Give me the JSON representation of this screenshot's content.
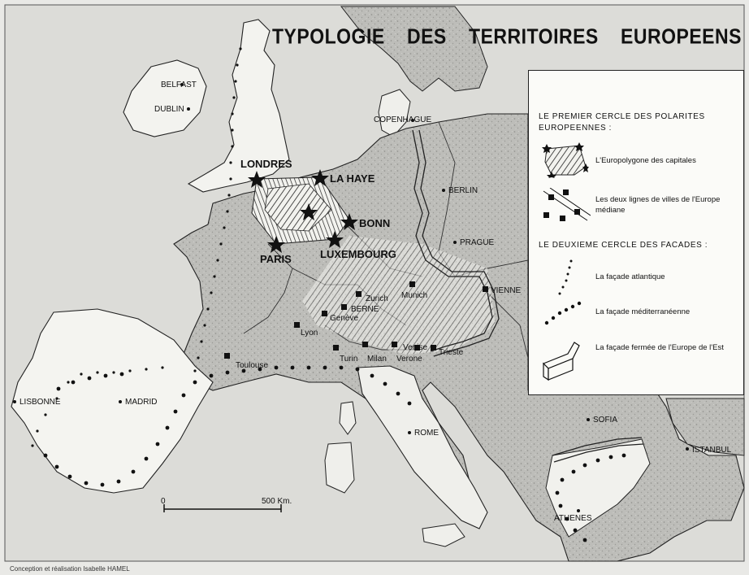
{
  "title_words": [
    "TYPOLOGIE",
    "DES",
    "TERRITOIRES",
    "EUROPEENS"
  ],
  "legend": {
    "heading1": "LE PREMIER CERCLE DES POLARITES EUROPEENNES :",
    "item_europolygone": "L'Europolygone des capitales",
    "item_lignes": "Les deux lignes de villes de l'Europe médiane",
    "heading2": "LE DEUXIEME CERCLE DES FACADES :",
    "item_atlantique": "La façade atlantique",
    "item_mediterraneenne": "La façade méditerranéenne",
    "item_fermee": "La façade fermée de l'Europe de l'Est"
  },
  "capitals": {
    "londres": "LONDRES",
    "la_haye": "LA HAYE",
    "bonn": "BONN",
    "paris": "PARIS",
    "luxembourg": "LUXEMBOURG"
  },
  "cities": {
    "belfast": "BELFAST",
    "dublin": "DUBLIN",
    "copenhague": "COPENHAGUE",
    "berlin": "BERLIN",
    "prague": "PRAGUE",
    "vienne": "VIENNE",
    "munich": "Munich",
    "zurich": "Zurich",
    "berne": "BERNE",
    "geneve": "Genève",
    "lyon": "Lyon",
    "toulouse": "Toulouse",
    "turin": "Turin",
    "milan": "Milan",
    "verone": "Verone",
    "venise": "Venise",
    "trieste": "Trieste",
    "lisbonne": "LISBONNE",
    "madrid": "MADRID",
    "rome": "ROME",
    "sofia": "SOFIA",
    "istanbul": "ISTANBUL",
    "athenes": "ATHENES"
  },
  "scale": {
    "zero": "0",
    "distance": "500 Km."
  },
  "credit": "Conception et réalisation Isabelle HAMEL",
  "colors": {
    "sea": "#e9e9e6",
    "land": "#b9b9b5",
    "ink": "#111111",
    "legend_bg": "#fbfbf8"
  }
}
